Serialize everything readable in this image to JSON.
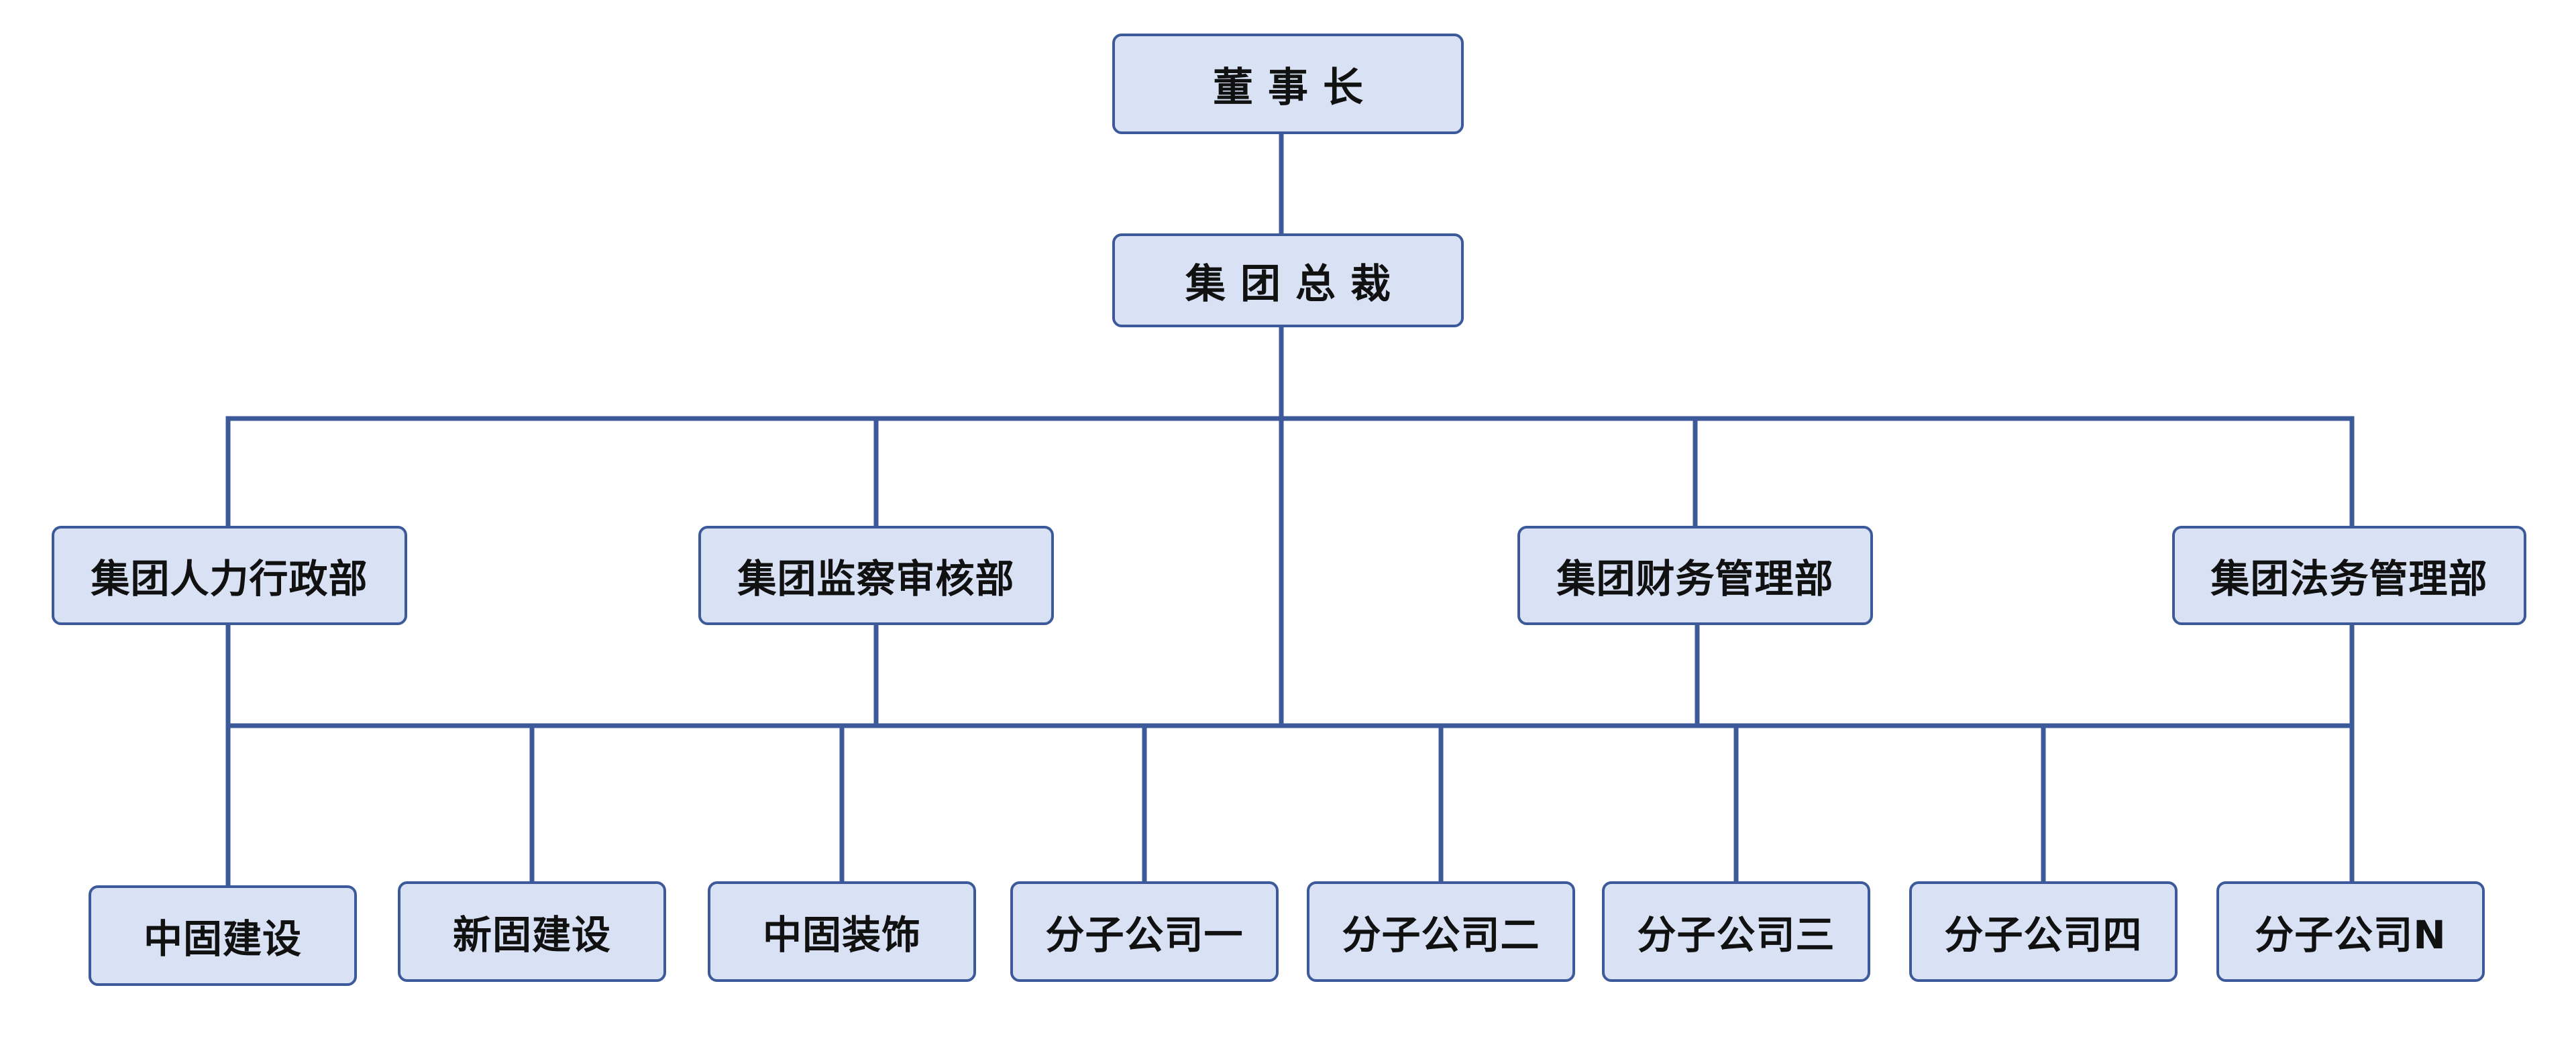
{
  "org_chart": {
    "chairman": "董事长",
    "president": "集团总裁",
    "departments": [
      "集团人力行政部",
      "集团监察审核部",
      "集团财务管理部",
      "集团法务管理部"
    ],
    "subsidiaries": [
      "中固建设",
      "新固建设",
      "中固装饰",
      "分子公司一",
      "分子公司二",
      "分子公司三",
      "分子公司四",
      "分子公司N"
    ]
  },
  "colors": {
    "node_fill": "#d9e1f4",
    "node_border": "#3c5a99",
    "connector": "#3c5a99",
    "text": "#111111"
  }
}
